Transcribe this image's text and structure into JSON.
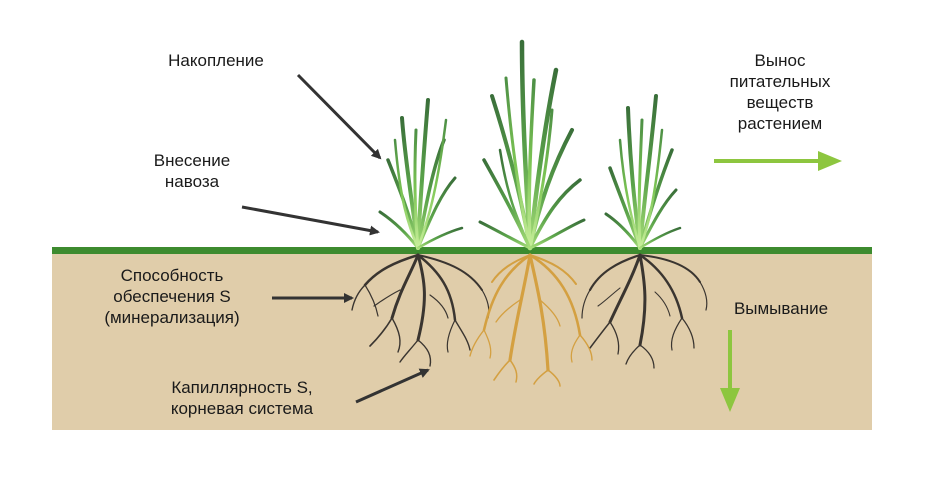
{
  "labels": {
    "accumulation": "Накопление",
    "manure_line1": "Внесение",
    "manure_line2": "навоза",
    "mineral_line1": "Способность",
    "mineral_line2": "обеспечения S",
    "mineral_line3": "(минерализация)",
    "capillary_line1": "Капиллярность S,",
    "capillary_line2": "корневая система",
    "uptake_line1": "Вынос",
    "uptake_line2": "питательных",
    "uptake_line3": "веществ",
    "uptake_line4": "растением",
    "leaching": "Вымывание"
  },
  "colors": {
    "soil": "#e0cdaa",
    "ground_line": "#3d8b2f",
    "arrow_dark": "#333333",
    "arrow_green": "#8dc63f",
    "root_dark": "#3a3530",
    "root_gold": "#d4a041",
    "grass_dark": "#3f7a3b",
    "grass_light": "#8fd14f"
  }
}
